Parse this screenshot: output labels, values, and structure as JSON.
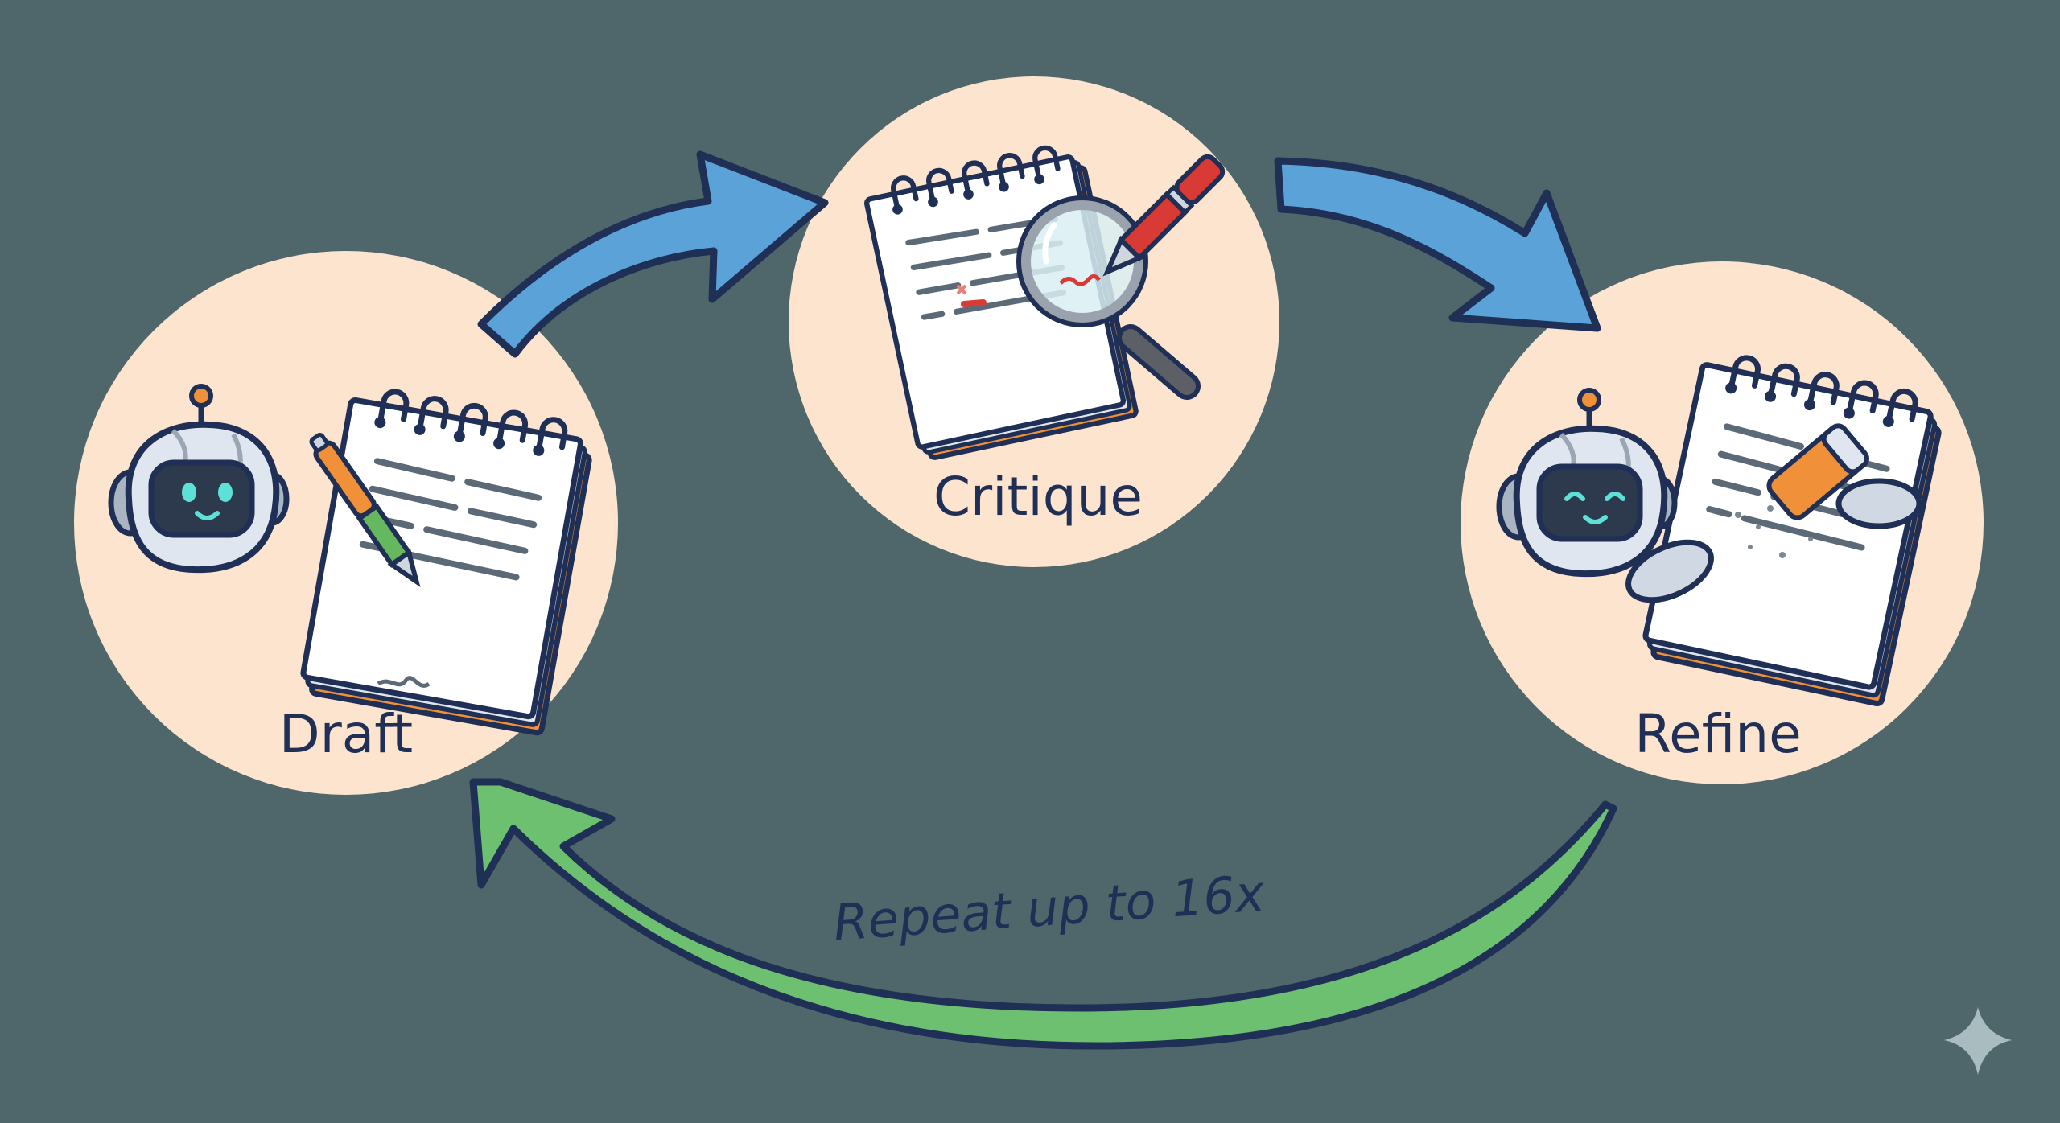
{
  "diagram": {
    "type": "cycle",
    "colors": {
      "background": "#4f676b",
      "node_fill": "#fce4cf",
      "outline": "#1f2f55",
      "forward_arrow": "#5aa2d8",
      "loop_arrow": "#6cc070",
      "label_text": "#1f2f55",
      "accent_orange": "#f0913a",
      "accent_red": "#d83a35",
      "accent_green": "#66b85f",
      "robot_eyes": "#5ee0d8",
      "sparkle": "#a9bcc0"
    },
    "nodes": [
      {
        "id": "draft",
        "label": "Draft",
        "icon": "robot-writing-notepad-icon"
      },
      {
        "id": "critique",
        "label": "Critique",
        "icon": "notepad-magnifier-red-pen-icon"
      },
      {
        "id": "refine",
        "label": "Refine",
        "icon": "robot-erasing-notepad-icon"
      }
    ],
    "edges": [
      {
        "from": "draft",
        "to": "critique",
        "style": "blue-curved-arrow"
      },
      {
        "from": "critique",
        "to": "refine",
        "style": "blue-curved-arrow"
      },
      {
        "from": "refine",
        "to": "draft",
        "style": "green-curved-arrow",
        "label": "Repeat up to 16x"
      }
    ],
    "watermark_icon": "sparkle-icon"
  }
}
